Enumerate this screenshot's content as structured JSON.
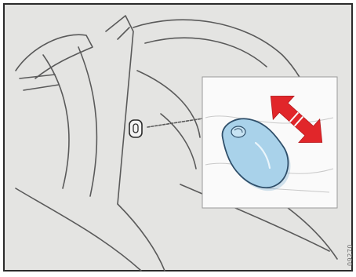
{
  "figure": {
    "reference_code": "09270",
    "colors": {
      "background": "#e4e4e2",
      "frame_border": "#2b2b2b",
      "line_art": "#5a5a5a",
      "knob_fill": "#a9d2ea",
      "knob_outline": "#2f4f6a",
      "arrow_fill": "#e1262a",
      "inset_background": "#fafafa"
    },
    "icons": {
      "adjustment_arrow": "double-headed-diagonal-arrow",
      "control": "adjustment-knob"
    }
  }
}
